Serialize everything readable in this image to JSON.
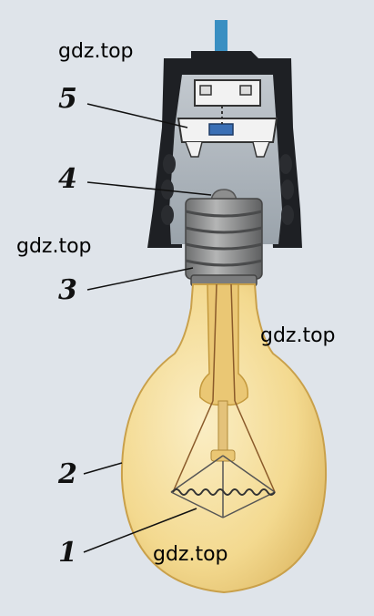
{
  "labels": {
    "one": "1",
    "two": "2",
    "three": "3",
    "four": "4",
    "five": "5"
  },
  "watermark": "gdz.top",
  "colors": {
    "socket": "#202226",
    "glass": "#f5dfa0",
    "metal": "#8d8e8e",
    "background": "#dfe4ea",
    "contact_blue": "#3a6fb5",
    "wire": "#3a8fc2"
  }
}
